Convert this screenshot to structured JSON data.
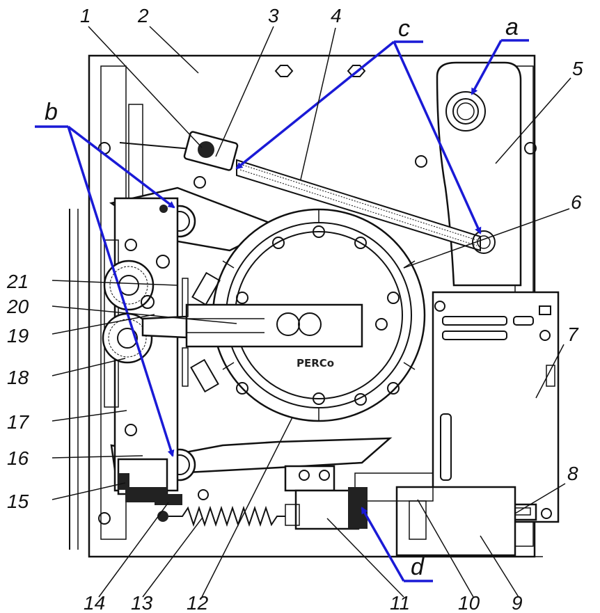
{
  "numbers": [
    "1",
    "2",
    "3",
    "4",
    "5",
    "6",
    "7",
    "8",
    "9",
    "10",
    "11",
    "12",
    "13",
    "14",
    "15",
    "16",
    "17",
    "18",
    "19",
    "20",
    "21"
  ],
  "letters": {
    "a": "a",
    "b": "b",
    "c": "c",
    "d": "d"
  },
  "brand": "PERCo",
  "colors": {
    "callout": "#1a1ad6",
    "line": "#111111",
    "background": "#ffffff"
  }
}
